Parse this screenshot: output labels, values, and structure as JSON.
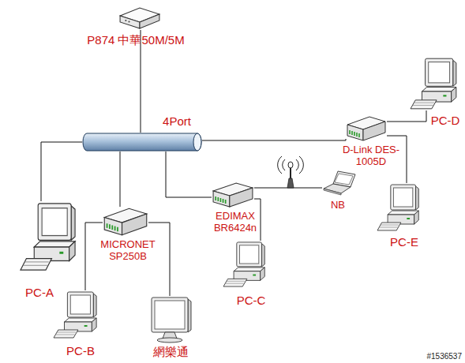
{
  "diagram": {
    "nodes": [
      {
        "text": [
          "P874 中華50M/5M"
        ]
      },
      {
        "text": [
          "4Port"
        ]
      },
      {
        "text": [
          "PC-A"
        ]
      },
      {
        "text": [
          "MICRONET SP250B"
        ]
      },
      {
        "text": [
          "PC-B"
        ]
      },
      {
        "text": [
          "網樂通"
        ]
      },
      {
        "text": [
          "EDIMAX BR6424n"
        ]
      },
      {
        "text": [
          "NB"
        ]
      },
      {
        "text": [
          "PC-C"
        ]
      },
      {
        "text": [
          "D-Link DES-1005D"
        ]
      },
      {
        "text": [
          "PC-D"
        ]
      },
      {
        "text": [
          "PC-E"
        ]
      }
    ],
    "edges": [
      {
        "from": 0,
        "to": 1,
        "arrow": "none"
      },
      {
        "from": 1,
        "to": 2,
        "arrow": "none"
      },
      {
        "from": 1,
        "to": 3,
        "arrow": "none"
      },
      {
        "from": 3,
        "to": 4,
        "arrow": "none"
      },
      {
        "from": 3,
        "to": 5,
        "arrow": "none"
      },
      {
        "from": 1,
        "to": 6,
        "arrow": "none"
      },
      {
        "from": 6,
        "to": 7,
        "arrow": "none"
      },
      {
        "from": 6,
        "to": 8,
        "arrow": "none"
      },
      {
        "from": 1,
        "to": 9,
        "arrow": "none"
      },
      {
        "from": 9,
        "to": 10,
        "arrow": "none"
      },
      {
        "from": 9,
        "to": 11,
        "arrow": "none"
      }
    ],
    "labels": [
      "#1536537"
    ]
  }
}
